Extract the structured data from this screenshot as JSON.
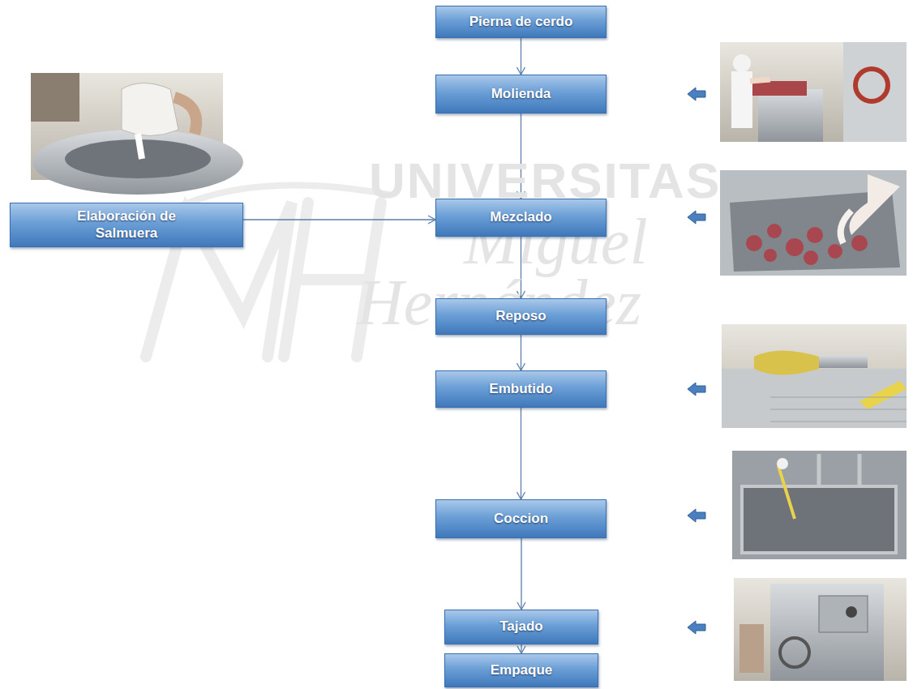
{
  "diagram": {
    "nodes": [
      {
        "text": [
          "Pierna de cerdo"
        ]
      },
      {
        "text": [
          "Molienda"
        ]
      },
      {
        "text": [
          "Elaboración de Salmuera"
        ]
      },
      {
        "text": [
          "Mezclado"
        ]
      },
      {
        "text": [
          "Reposo"
        ]
      },
      {
        "text": [
          "Embutido"
        ]
      },
      {
        "text": [
          "Coccion"
        ]
      },
      {
        "text": [
          "Tajado"
        ]
      },
      {
        "text": [
          "Empaque"
        ]
      }
    ],
    "edges": [
      {
        "from": 0,
        "to": 1,
        "arrow": "to"
      },
      {
        "from": 1,
        "to": 3,
        "arrow": "to"
      },
      {
        "from": 2,
        "to": 3,
        "arrow": "to"
      },
      {
        "from": 3,
        "to": 4,
        "arrow": "to"
      },
      {
        "from": 4,
        "to": 5,
        "arrow": "to"
      },
      {
        "from": 5,
        "to": 6,
        "arrow": "to"
      },
      {
        "from": 6,
        "to": 7,
        "arrow": "to"
      },
      {
        "from": 7,
        "to": 8,
        "arrow": "to"
      }
    ],
    "labels": [
      "UNIVERSITAS",
      "Miguel",
      "Hernández"
    ]
  }
}
